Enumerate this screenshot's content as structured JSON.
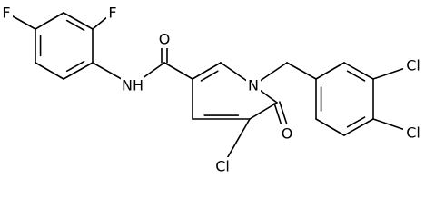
{
  "molecule": {
    "atoms": {
      "f_top": "F",
      "f_ortho": "F",
      "amide_nh": "NH",
      "carbonyl_o": "O",
      "ring_n": "N",
      "ring_oxo": "O",
      "ring_cl": "Cl",
      "benzyl_cl_upper": "Cl",
      "benzyl_cl_lower": "Cl"
    }
  }
}
